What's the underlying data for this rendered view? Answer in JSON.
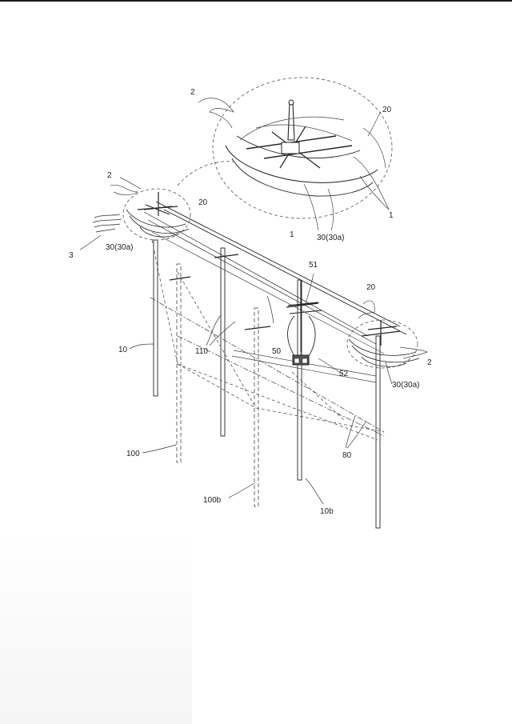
{
  "drawing": {
    "labels": {
      "ref_2_top": "2",
      "ref_20_top": "20",
      "ref_1_top": "1",
      "ref_30_top": "30(30a)",
      "ref_2_left": "2",
      "ref_20_left": "20",
      "ref_3": "3",
      "ref_30_left": "30(30a)",
      "ref_1_mid": "1",
      "ref_51": "51",
      "ref_20_right": "20",
      "ref_10": "10",
      "ref_110": "110",
      "ref_50": "50",
      "ref_2_right": "2",
      "ref_52": "52",
      "ref_30_right": "30(30a)",
      "ref_100": "100",
      "ref_80": "80",
      "ref_100b": "100b",
      "ref_10b": "10b"
    }
  }
}
